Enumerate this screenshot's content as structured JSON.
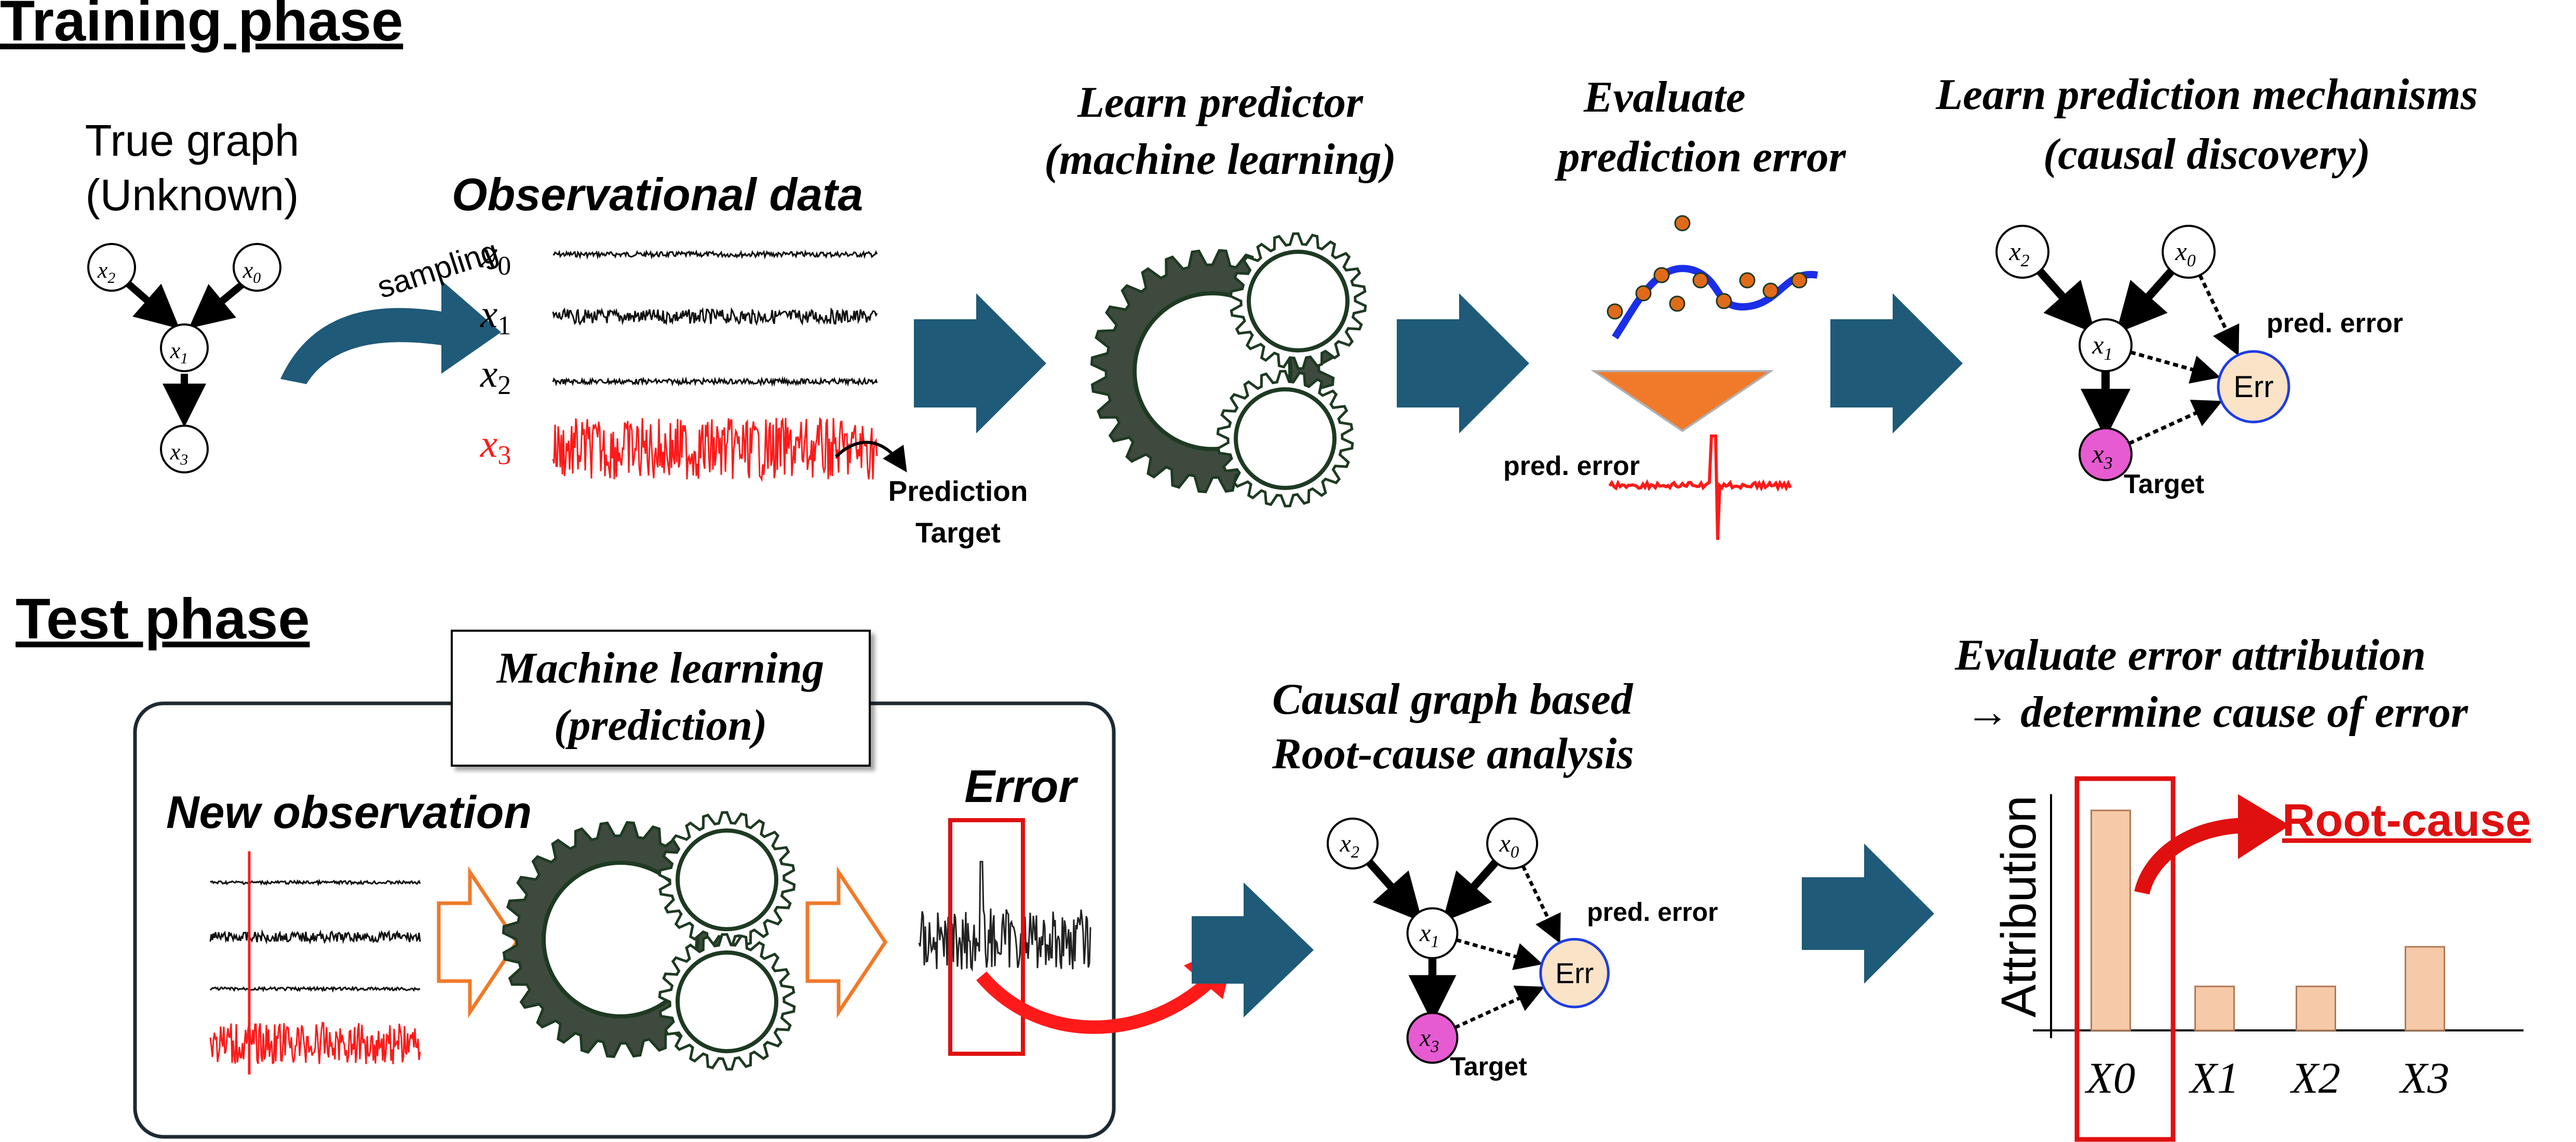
{
  "training": {
    "heading": "Training phase",
    "true_graph_line1": "True graph",
    "true_graph_line2": "(Unknown)",
    "sampling": "sampling",
    "obs_title": "Observational data",
    "var_sub": [
      "0",
      "1",
      "2",
      "3"
    ],
    "pred_target_1": "Prediction",
    "pred_target_2": "Target",
    "learn_line1": "Learn predictor",
    "learn_line2": "(machine learning)",
    "eval_line1": "Evaluate",
    "eval_line2": "prediction error",
    "pred_error_label": "pred. error",
    "mech_line1": "Learn prediction mechanisms",
    "mech_line2": "(causal discovery)"
  },
  "graph": {
    "node_sub": [
      "2",
      "0",
      "1",
      "3"
    ],
    "err_label": "Err",
    "pred_error_label": "pred. error",
    "target_label": "Target"
  },
  "test": {
    "heading": "Test phase",
    "ml_line1": "Machine learning",
    "ml_line2": "(prediction)",
    "new_obs": "New observation",
    "error": "Error",
    "rca_line1": "Causal graph based",
    "rca_line2": "Root-cause analysis",
    "attr_line1": "Evaluate error attribution",
    "attr_line2": "→ determine cause of error",
    "root_cause": "Root-cause"
  },
  "chart_data": {
    "type": "bar",
    "categories": [
      "X0",
      "X1",
      "X2",
      "X3"
    ],
    "values": [
      1.0,
      0.2,
      0.2,
      0.38
    ],
    "ylabel": "Attribution",
    "ylim": [
      0,
      1.05
    ],
    "highlight_index": 0
  },
  "colors": {
    "arrow_blue": "#1f5a78",
    "gear_dark": "#3e4a3e",
    "gear_outline": "#1e3a22",
    "signal_red": "#ff1a1a",
    "target_node": "#e65bd1",
    "err_fill": "#fbe3c8",
    "err_stroke": "#1f3de0",
    "bar_fill": "#f6c9a8",
    "bar_stroke": "#b07a55",
    "orange": "#f07a2a",
    "root_cause_red": "#e01010"
  }
}
